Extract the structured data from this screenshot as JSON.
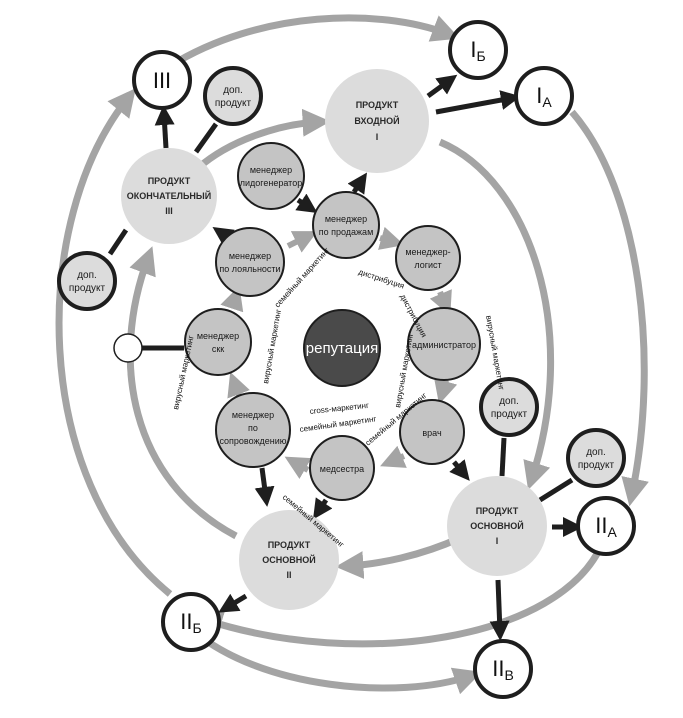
{
  "center": {
    "label": "репутация"
  },
  "managers": [
    {
      "id": "lead",
      "lines": [
        "менеджер",
        "лидогенератор"
      ]
    },
    {
      "id": "sales",
      "lines": [
        "менеджер",
        "по продажам"
      ]
    },
    {
      "id": "logist",
      "lines": [
        "менеджер-",
        "логист"
      ]
    },
    {
      "id": "admin",
      "lines": [
        "администратор"
      ]
    },
    {
      "id": "doctor",
      "lines": [
        "врач"
      ]
    },
    {
      "id": "nurse",
      "lines": [
        "медсестра"
      ]
    },
    {
      "id": "support",
      "lines": [
        "менеджер",
        "по",
        "сопровождению"
      ]
    },
    {
      "id": "skk",
      "lines": [
        "менеджер",
        "скк"
      ]
    },
    {
      "id": "loyalty",
      "lines": [
        "менеджер",
        "по лояльности"
      ]
    }
  ],
  "ring_labels": [
    "дистрибуция",
    "дистрибуция",
    "вирусный маркетинг",
    "вирусный маркетинг",
    "семейный маркетинг",
    "семейный маркетинг",
    "cross-маркетинг",
    "семейный маркетинг",
    "вирусный маркетинг",
    "вирусный маркетинг",
    "семейный маркетинг"
  ],
  "products": {
    "entry": [
      "ПРОДУКТ",
      "ВХОДНОЙ",
      "I"
    ],
    "final": [
      "ПРОДУКТ",
      "ОКОНЧАТЕЛЬНЫЙ",
      "III"
    ],
    "main1": [
      "ПРОДУКТ",
      "ОСНОВНОЙ",
      "I"
    ],
    "main2": [
      "ПРОДУКТ",
      "ОСНОВНОЙ",
      "II"
    ]
  },
  "extra_product": [
    "доп.",
    "продукт"
  ],
  "stages": [
    {
      "id": "III",
      "main": "III",
      "sub": ""
    },
    {
      "id": "IB",
      "main": "I",
      "sub": "Б"
    },
    {
      "id": "IA",
      "main": "I",
      "sub": "А"
    },
    {
      "id": "IIA",
      "main": "II",
      "sub": "А"
    },
    {
      "id": "IIB",
      "main": "II",
      "sub": "Б"
    },
    {
      "id": "IIV",
      "main": "II",
      "sub": "В"
    }
  ],
  "colors": {
    "arc": "#a4a4a4",
    "dark": "#1e1e1e",
    "manager_fill": "#c4c4c4",
    "product_fill": "#dcdcdc",
    "center_fill": "#4a4a4a"
  }
}
